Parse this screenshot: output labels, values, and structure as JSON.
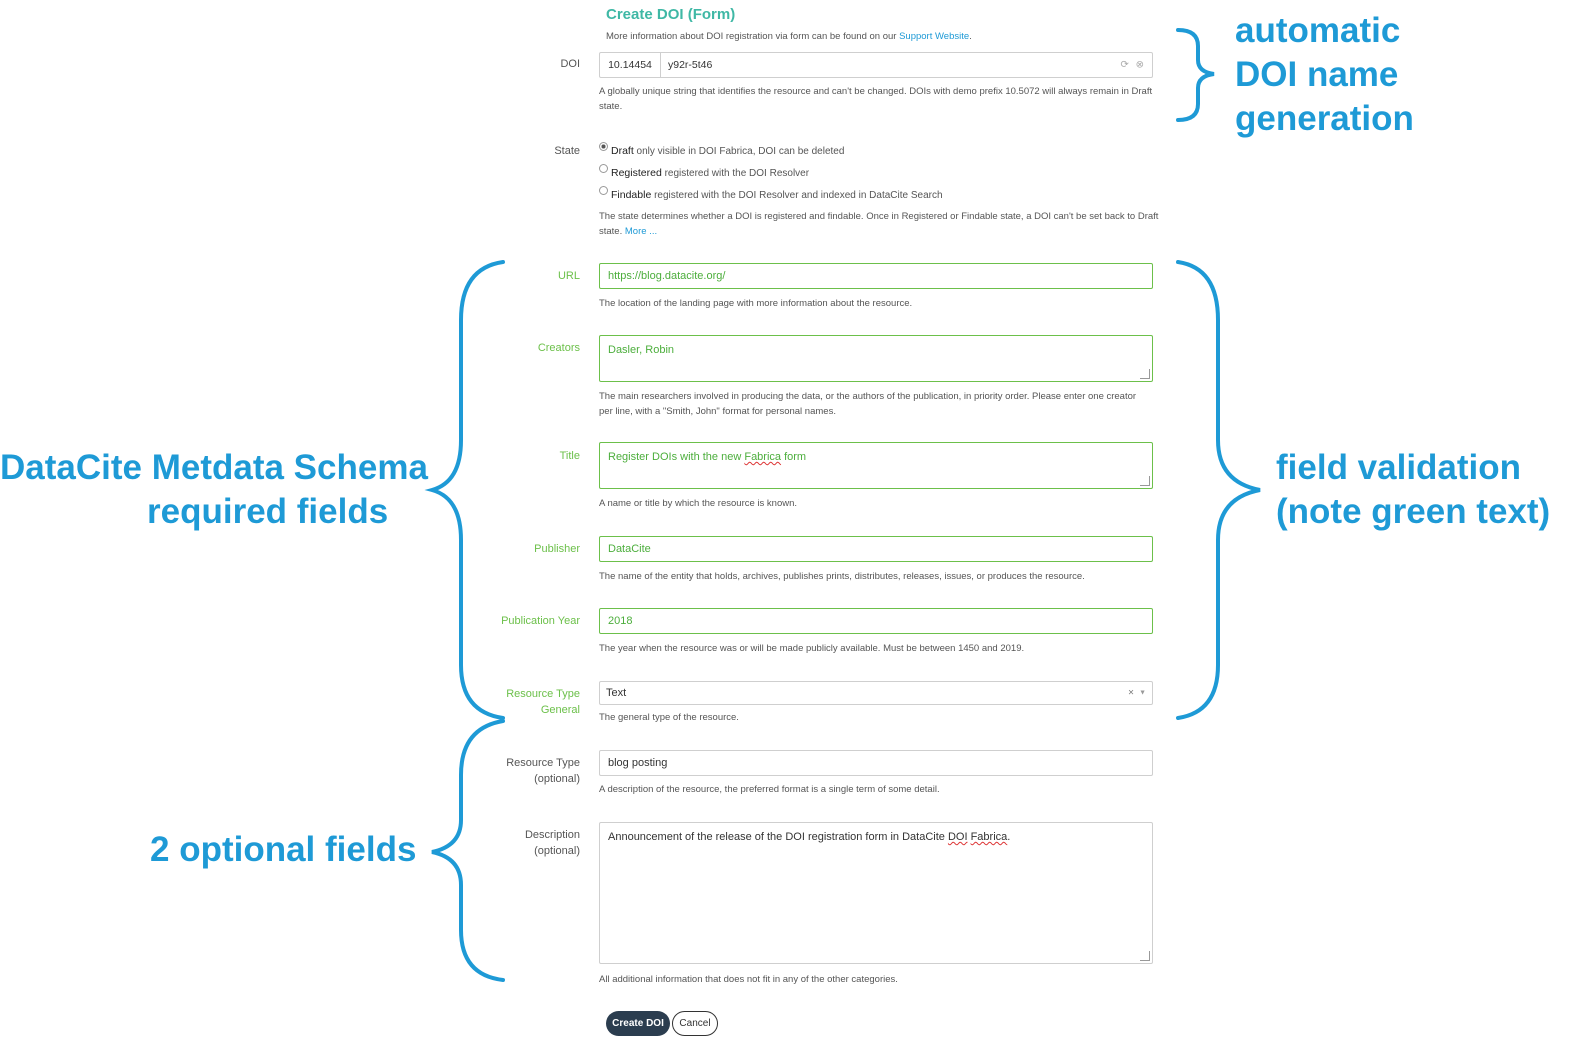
{
  "form": {
    "title": "Create DOI (Form)",
    "intro_text": "More information about DOI registration via form can be found on our ",
    "intro_link": "Support Website",
    "intro_end": "."
  },
  "doi": {
    "label": "DOI",
    "prefix": "10.14454",
    "suffix": "y92r-5t46",
    "help": "A globally unique string that identifies the resource and can't be changed. DOIs with demo prefix 10.5072 will always remain in Draft state."
  },
  "state": {
    "label": "State",
    "options": [
      {
        "name": "Draft",
        "desc": "only visible in DOI Fabrica, DOI can be deleted",
        "selected": true
      },
      {
        "name": "Registered",
        "desc": "registered with the DOI Resolver",
        "selected": false
      },
      {
        "name": "Findable",
        "desc": "registered with the DOI Resolver and indexed in DataCite Search",
        "selected": false
      }
    ],
    "help": "The state determines whether a DOI is registered and findable. Once in Registered or Findable state, a DOI can't be set back to Draft state.",
    "help_link": "More ..."
  },
  "url": {
    "label": "URL",
    "value": "https://blog.datacite.org/",
    "help": "The location of the landing page with more information about the resource."
  },
  "creators": {
    "label": "Creators",
    "value": "Dasler, Robin",
    "help": "The main researchers involved in producing the data, or the authors of the publication, in priority order. Please enter one creator per line, with a \"Smith, John\" format for personal names."
  },
  "title_field": {
    "label": "Title",
    "value_start": "Register DOIs with the new ",
    "value_misspelled": "Fabrica",
    "value_end": " form",
    "help": "A name or title by which the resource is known."
  },
  "publisher": {
    "label": "Publisher",
    "value": "DataCite",
    "help": "The name of the entity that holds, archives, publishes prints, distributes, releases, issues, or produces the resource."
  },
  "publication_year": {
    "label": "Publication Year",
    "value": "2018",
    "help": "The year when the resource was or will be made publicly available. Must be between 1450 and 2019."
  },
  "resource_type_general": {
    "label_line1": "Resource Type",
    "label_line2": "General",
    "value": "Text",
    "clear": "×",
    "caret": "▼",
    "help": "The general type of the resource."
  },
  "resource_type": {
    "label_line1": "Resource Type",
    "label_line2": "(optional)",
    "value": "blog posting",
    "help": "A description of the resource, the preferred format is a single term of some detail."
  },
  "description": {
    "label_line1": "Description",
    "label_line2": "(optional)",
    "value_start": "Announcement of the release of the DOI registration form in DataCite ",
    "value_misspelled1": "DOI",
    "value_space": " ",
    "value_misspelled2": "Fabrica",
    "value_end": ".",
    "help": "All additional information that does not fit in any of the other categories."
  },
  "buttons": {
    "create": "Create DOI",
    "cancel": "Cancel"
  },
  "annotations": {
    "auto_doi_line1": "automatic",
    "auto_doi_line2": "DOI name",
    "auto_doi_line3": "generation",
    "required_line1": "DataCite Metdata Schema",
    "required_line2": "required fields",
    "validation_line1": "field validation",
    "validation_line2": "(note green text)",
    "optional": "2 optional fields"
  },
  "colors": {
    "annotation_blue": "#1e9ad6",
    "valid_green": "#6cc04a",
    "title_teal": "#3fb8a5",
    "button_dark": "#2b3d4f"
  }
}
